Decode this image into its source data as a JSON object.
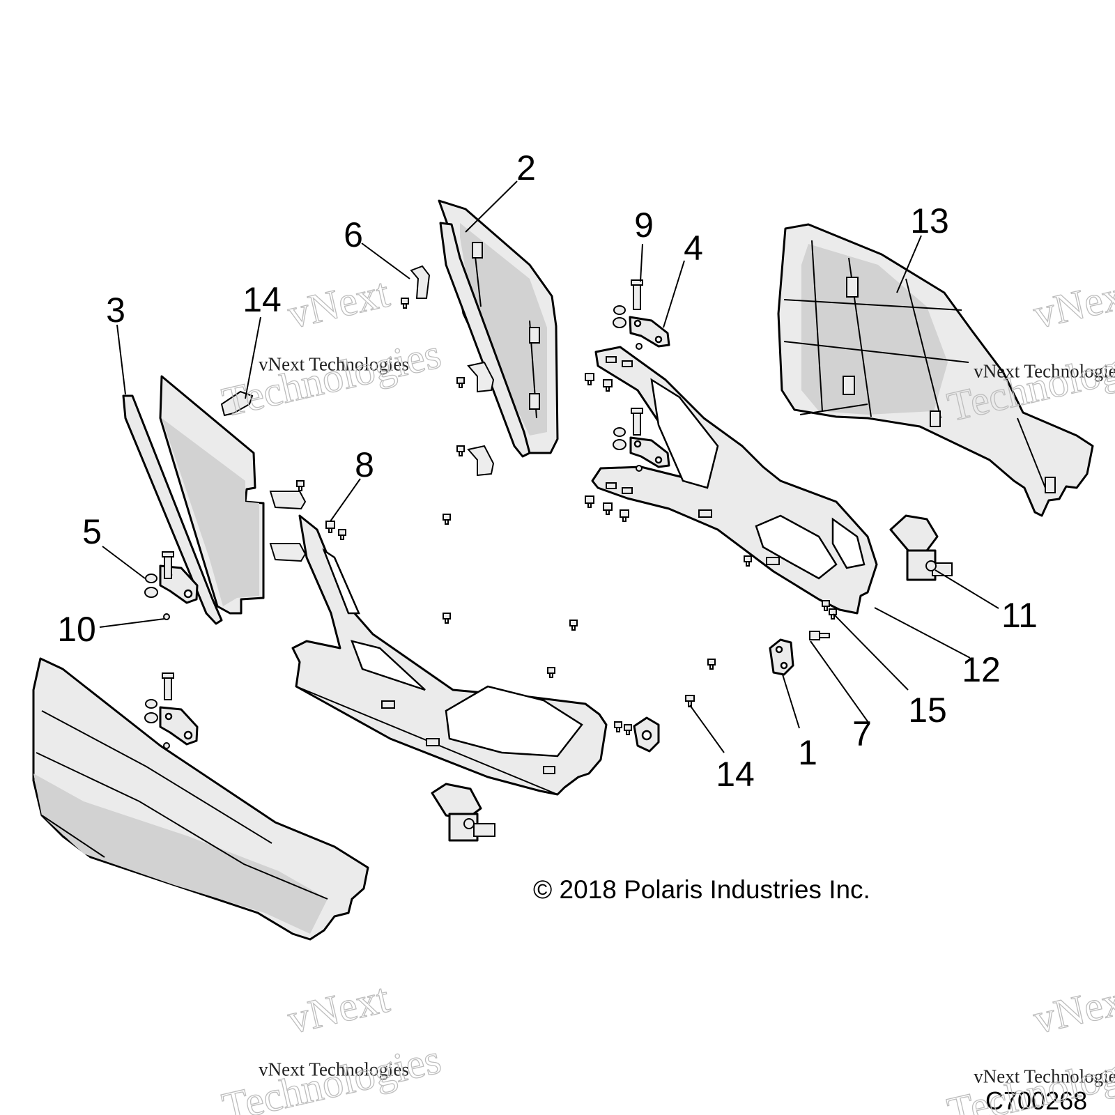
{
  "diagram": {
    "callouts": {
      "c1": "1",
      "c2": "2",
      "c3": "3",
      "c4": "4",
      "c5": "5",
      "c6": "6",
      "c7": "7",
      "c8": "8",
      "c9": "9",
      "c10": "10",
      "c11": "11",
      "c12": "12",
      "c13": "13",
      "c14a": "14",
      "c14b": "14",
      "c15": "15"
    },
    "copyright": "© 2018 Polaris Industries Inc.",
    "figure_code": "C700268"
  },
  "watermarks": [
    {
      "line1": "vNext",
      "line2": "vNext Technologies",
      "line3": "Technologies"
    },
    {
      "line1": "vNext",
      "line2": "vNext Technologies",
      "line3": "Technologies"
    },
    {
      "line1": "vNext",
      "line2": "vNext Technologies",
      "line3": "Technologies"
    },
    {
      "line1": "vNext",
      "line2": "vNext Technologies",
      "line3": "Technologies"
    }
  ],
  "colors": {
    "part_fill": "#ebebeb",
    "part_shade": "#d2d2d2",
    "line": "#000000",
    "watermark": "#bdbdbd"
  }
}
